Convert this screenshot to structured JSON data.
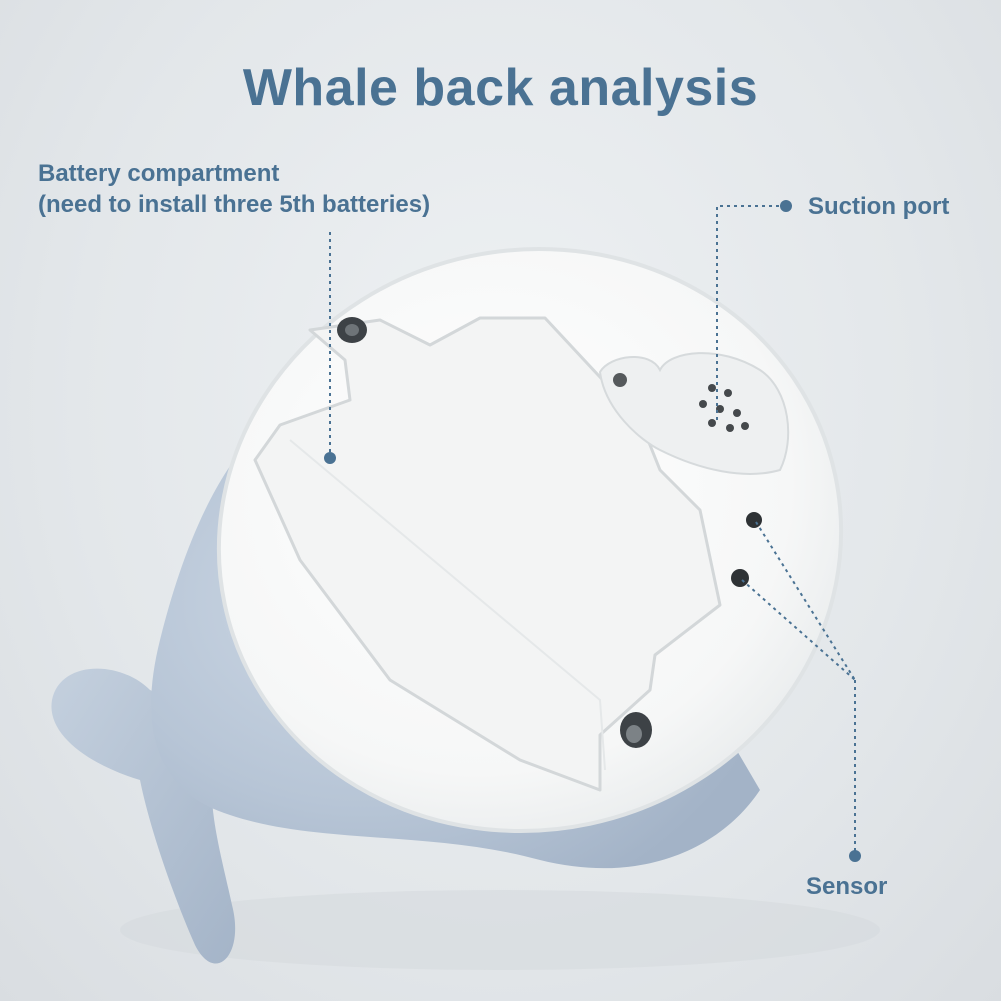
{
  "title": "Whale back analysis",
  "labels": {
    "battery_line1": "Battery compartment",
    "battery_line2": "(need to install three 5th batteries)",
    "suction": "Suction port",
    "sensor": "Sensor"
  },
  "colors": {
    "accent": "#4a7293",
    "background": "#e6e9ec",
    "body_blue": "#b9c7d8",
    "back_white": "#f7f8f8"
  }
}
